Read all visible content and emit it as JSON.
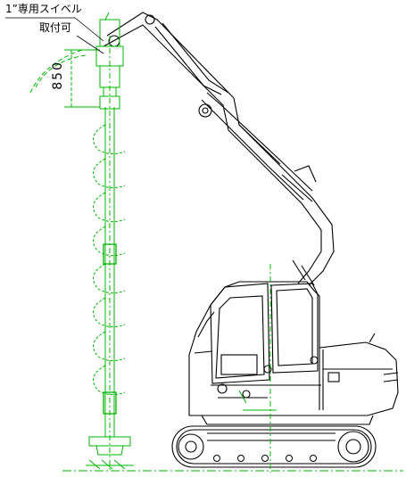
{
  "labels": {
    "swivel_line1": "1”専用スイベル",
    "swivel_line2": "取付可",
    "dimension": "850"
  },
  "colors": {
    "outline": "#000000",
    "auger": "#00b400"
  }
}
